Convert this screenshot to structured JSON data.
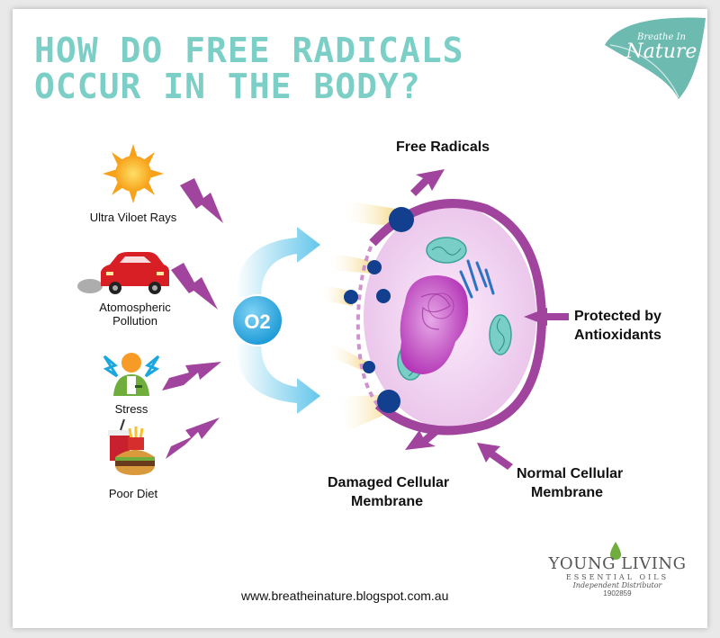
{
  "title": {
    "line1": "HOW DO FREE RADICALS",
    "line2": "OCCUR IN THE BODY?"
  },
  "logo": {
    "small": "Breathe In",
    "big": "Nature"
  },
  "sources": [
    {
      "label": "Ultra Viloet Rays",
      "icon": "sun-icon"
    },
    {
      "label": "Atomospheric Pollution",
      "icon": "car-icon"
    },
    {
      "label": "Stress",
      "icon": "stressed-person-icon"
    },
    {
      "label": "Poor Diet",
      "icon": "fast-food-icon"
    }
  ],
  "oxygen": "O2",
  "cell_labels": {
    "free_radicals": "Free Radicals",
    "protected_1": "Protected by",
    "protected_2": "Antioxidants",
    "damaged_1": "Damaged Cellular",
    "damaged_2": "Membrane",
    "normal_1": "Normal Cellular",
    "normal_2": "Membrane"
  },
  "footer": {
    "url": "www.breatheinature.blogspot.com.au",
    "brand": "YOUNG LIVING",
    "sub": "ESSENTIAL OILS",
    "distributor": "Independent Distributor",
    "number": "1902859"
  },
  "colors": {
    "title": "#7ccfc6",
    "arrow": "#a0449e",
    "cell_membrane": "#a0449e",
    "nucleus": "#c447c4",
    "flow_arrow": "#5bc3ea",
    "radical": "#123f8e"
  }
}
